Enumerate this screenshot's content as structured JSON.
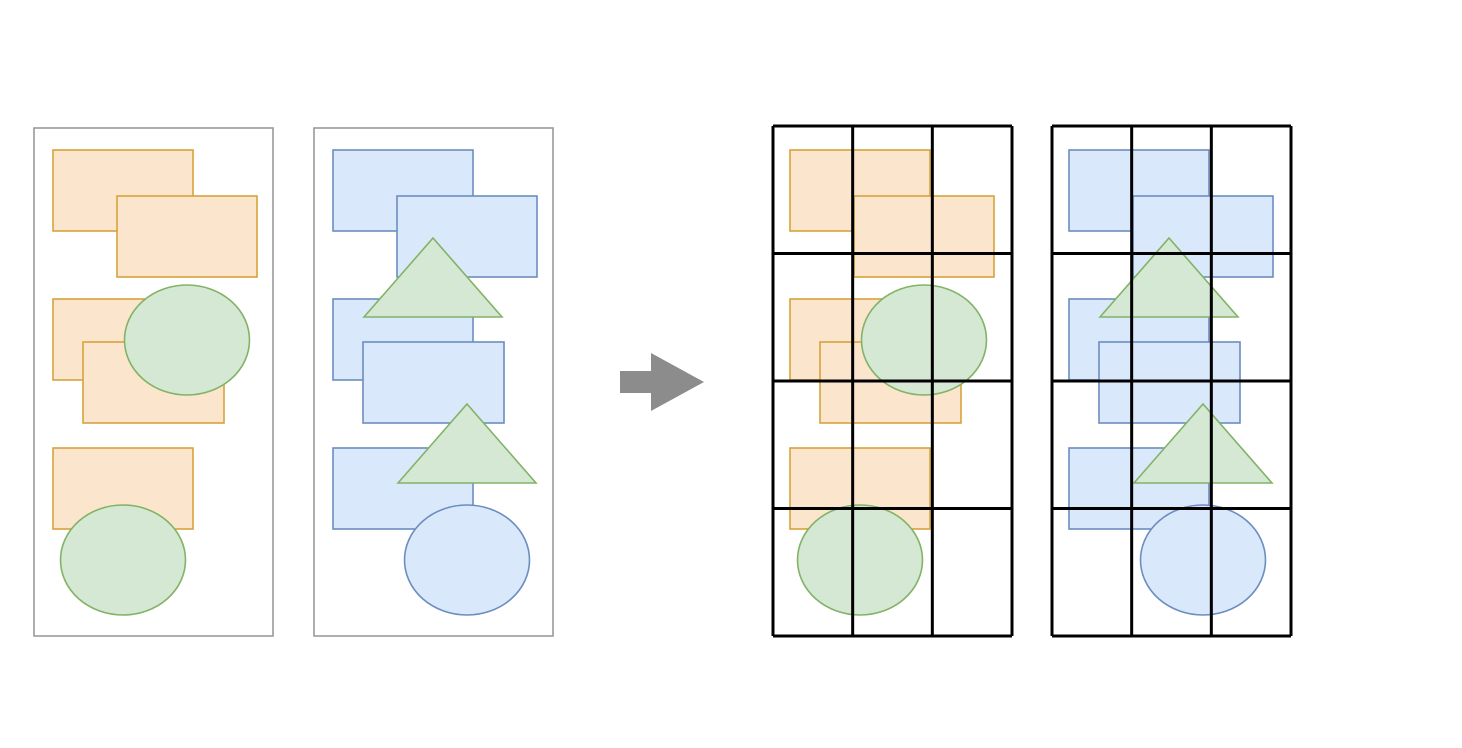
{
  "colors": {
    "background": "#ffffff",
    "panel_border": "#999999",
    "grid_line": "#000000",
    "arrow": "#8c8c8c",
    "orange_fill": "#fce5cd",
    "orange_stroke": "#d6a33a",
    "blue_fill": "#dae8fc",
    "blue_stroke": "#6c8ebf",
    "green_fill": "#d5e8d4",
    "green_stroke": "#82b366"
  },
  "grid": {
    "columns": 3,
    "rows": 4
  },
  "panels": [
    {
      "name": "orange-scene",
      "shapes": [
        {
          "kind": "rect",
          "color": "orange"
        },
        {
          "kind": "rect",
          "color": "orange"
        },
        {
          "kind": "rect",
          "color": "orange"
        },
        {
          "kind": "rect",
          "color": "orange"
        },
        {
          "kind": "ellipse",
          "color": "green"
        },
        {
          "kind": "rect",
          "color": "orange"
        },
        {
          "kind": "ellipse",
          "color": "green"
        }
      ]
    },
    {
      "name": "blue-scene",
      "shapes": [
        {
          "kind": "rect",
          "color": "blue"
        },
        {
          "kind": "rect",
          "color": "blue"
        },
        {
          "kind": "rect",
          "color": "blue"
        },
        {
          "kind": "triangle",
          "color": "green"
        },
        {
          "kind": "rect",
          "color": "blue"
        },
        {
          "kind": "rect",
          "color": "blue"
        },
        {
          "kind": "triangle",
          "color": "green"
        },
        {
          "kind": "ellipse",
          "color": "blue"
        }
      ]
    }
  ]
}
